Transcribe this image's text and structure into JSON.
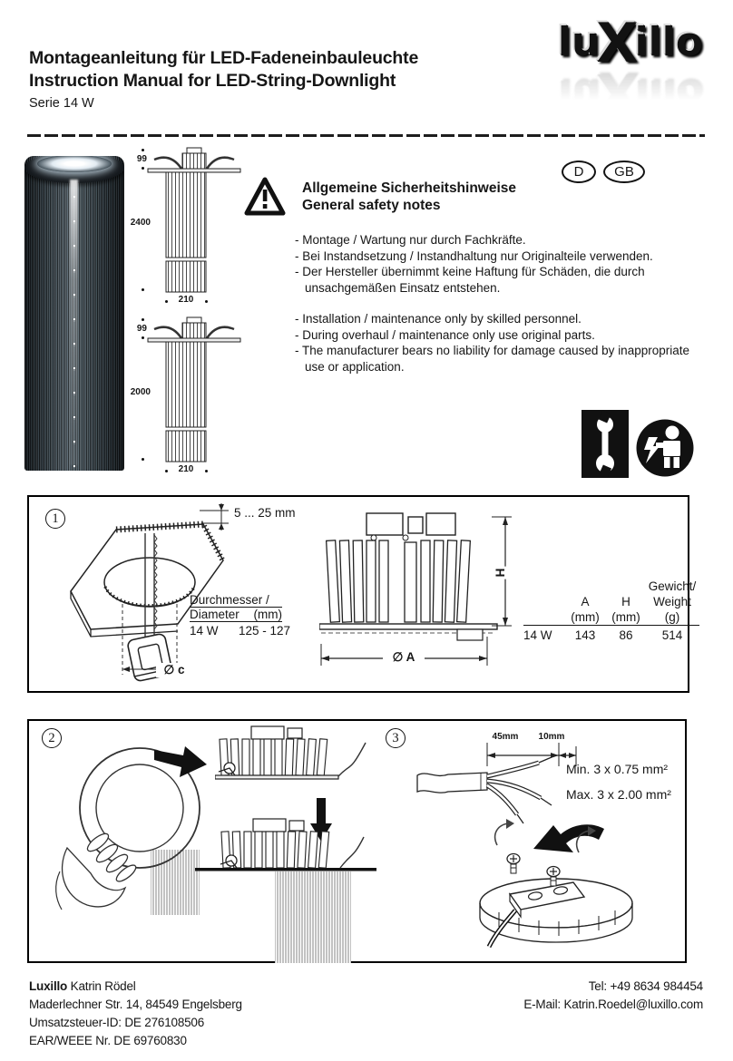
{
  "colors": {
    "ink": "#161616",
    "paper": "#ffffff"
  },
  "header": {
    "title_de": "Montageanleitung für LED-Fadeneinbauleuchte",
    "title_en": "Instruction Manual for LED-String-Downlight",
    "series": "Serie 14 W",
    "logo_lu": "lu",
    "logo_x": "X",
    "logo_illo": "illo"
  },
  "safety": {
    "heading_de": "Allgemeine Sicherheitshinweise",
    "heading_en": "General safety notes",
    "lang_badges": [
      "D",
      "GB"
    ],
    "bullets_de": [
      "- Montage / Wartung nur durch Fachkräfte.",
      "- Bei Instandsetzung / Instandhaltung nur Originalteile verwenden.",
      "- Der Hersteller übernimmt keine Haftung für Schäden, die durch unsachgemäßen Einsatz entstehen."
    ],
    "bullets_en": [
      "- Installation / maintenance only by skilled personnel.",
      "- During overhaul / maintenance only use original parts.",
      "- The manufacturer bears no liability for damage caused by inappropriate use or application."
    ],
    "icons": [
      "warning-triangle-icon",
      "wrench-icon",
      "electrician-icon"
    ]
  },
  "product_drawings": {
    "long": {
      "cap_height": "99",
      "string_length": "2400",
      "width": "210"
    },
    "short": {
      "cap_height": "99",
      "string_length": "2000",
      "width": "210"
    }
  },
  "step1": {
    "number": "1",
    "cutout_depth": "5 ... 25 mm",
    "dia_c_label": "∅ c",
    "dia_table": {
      "title_de": "Durchmesser /",
      "title_en": "Diameter",
      "unit": "(mm)",
      "row_model": "14 W",
      "row_value": "125 - 127"
    },
    "h_label": "H",
    "dia_a_label": "∅ A",
    "dim_table": {
      "gewicht_label": "Gewicht/",
      "col_a": "A",
      "col_h": "H",
      "weight_label": "Weight",
      "unit_a": "(mm)",
      "unit_h": "(mm)",
      "unit_g": "(g)",
      "row_model": "14 W",
      "row_a": "143",
      "row_h": "86",
      "row_weight": "514"
    }
  },
  "step2": {
    "number": "2"
  },
  "step3": {
    "number": "3",
    "dim_45": "45mm",
    "dim_10": "10mm",
    "min_cross_section": "Min. 3 x 0.75 mm²",
    "max_cross_section": "Max. 3 x 2.00 mm²"
  },
  "footer": {
    "company": "Luxillo",
    "contact_name": "Katrin Rödel",
    "address": "Maderlechner Str. 14, 84549 Engelsberg",
    "vat": "Umsatzsteuer-ID: DE 276108506",
    "weee": "EAR/WEEE Nr. DE 69760830",
    "tel": "Tel: +49 8634 984454",
    "email": "E-Mail: Katrin.Roedel@luxillo.com"
  }
}
